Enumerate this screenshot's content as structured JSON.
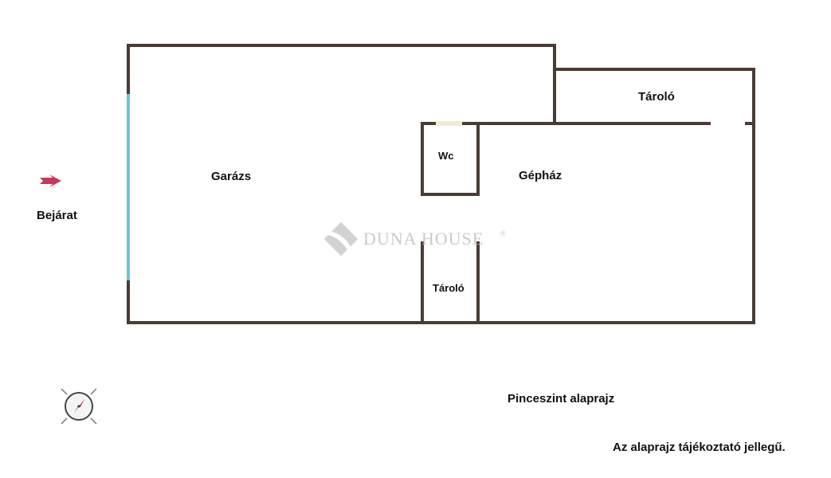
{
  "rooms": {
    "garage": "Garázs",
    "storage_top": "Tároló",
    "wc": "Wc",
    "machine_room": "Gépház",
    "storage_bottom": "Tároló"
  },
  "entrance": {
    "label": "Bejárat",
    "arrow_icon": "arrow-right-icon",
    "arrow_color": "#c8385a"
  },
  "watermark": {
    "text": "DUNA HOUSE",
    "mark": "®"
  },
  "compass": {
    "icon": "compass-icon",
    "needle_color": "#c8385a"
  },
  "title": "Pinceszint alaprajz",
  "disclaimer": "Az alaprajz tájékoztató jellegű.",
  "colors": {
    "wall": "#4a3b35",
    "window": "#6cc3e0",
    "door_gap": "#f5e8d6"
  }
}
